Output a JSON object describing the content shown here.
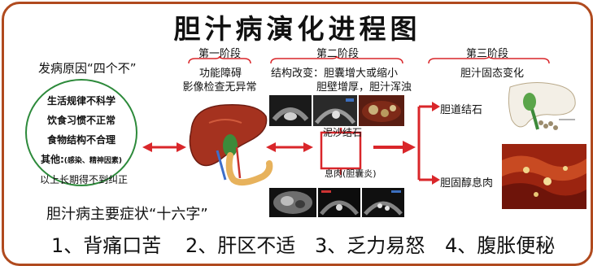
{
  "title": "胆汁病演化进程图",
  "causes": {
    "title": "发病原因“四个不”",
    "items": [
      "生活规律不科学",
      "饮食习惯不正常",
      "食物结构不合理"
    ],
    "other_label": "其他:",
    "other_note": "(感染、精神因素)",
    "footnote": "以上长期得不到纠正"
  },
  "stage1": {
    "label": "第一阶段",
    "line1": "功能障碍",
    "line2": "影像检查无异常"
  },
  "stage2": {
    "label": "第二阶段",
    "line1": "结构改变：胆囊增大或缩小",
    "line2": "胆壁增厚，胆汁浑浊",
    "branch_top": "泥沙结石",
    "branch_bottom": "息肉(胆囊炎)"
  },
  "stage3": {
    "label": "第三阶段",
    "line1": "胆汁固态变化",
    "outcome_top": "胆道结石",
    "outcome_bottom": "胆固醇息肉"
  },
  "symptoms": {
    "title": "胆汁病主要症状“十六字”",
    "items": [
      "1、背痛口苦",
      "2、肝区不适",
      "3、乏力易怒",
      "4、腹胀便秘"
    ]
  },
  "colors": {
    "arrow": "#d9262a",
    "circle": "#2d8a3b",
    "brace": "#d9262a",
    "frame": "#b04a1e"
  }
}
